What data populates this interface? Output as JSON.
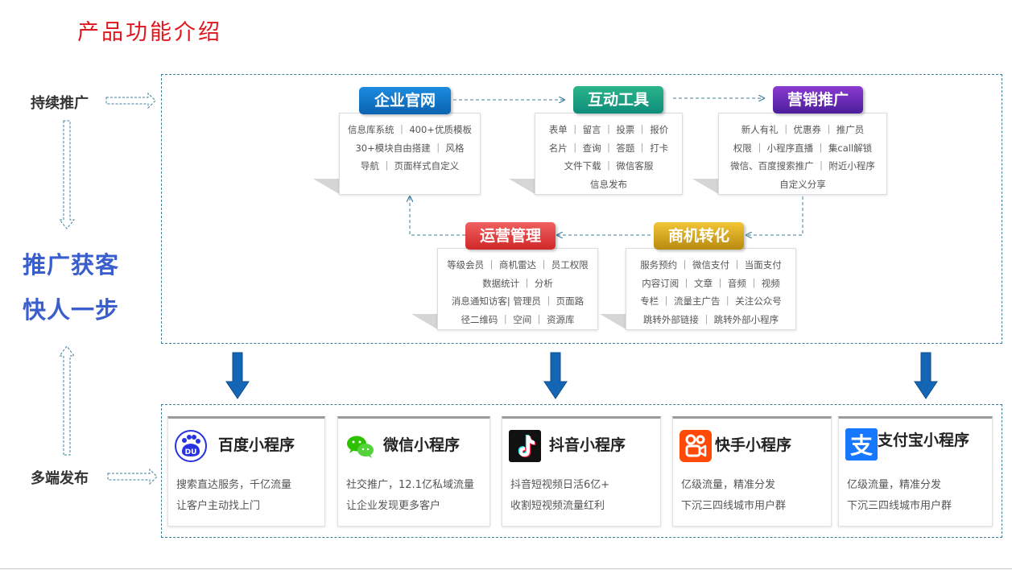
{
  "title": "产品功能介绍",
  "left": {
    "label_top": "持续推广",
    "slogan_1": "推广获客",
    "slogan_2": "快人一步",
    "label_bottom": "多端发布"
  },
  "features": [
    {
      "id": "website",
      "title": "企业官网",
      "lines": [
        "信息库系统 ｜ 400+优质模板",
        "30+模块自由搭建 ｜ 风格",
        "导航 ｜ 页面样式自定义"
      ]
    },
    {
      "id": "tools",
      "title": "互动工具",
      "lines": [
        "表单 ｜ 留言 ｜ 投票 ｜ 报价",
        "名片 ｜ 查询 ｜ 答题 ｜ 打卡",
        "文件下载 ｜ 微信客服",
        "信息发布"
      ]
    },
    {
      "id": "marketing",
      "title": "营销推广",
      "lines": [
        "新人有礼 ｜ 优惠券 ｜ 推广员",
        "权限 ｜ 小程序直播 ｜ 集call解锁",
        "微信、百度搜索推广 ｜ 附近小程序",
        "自定义分享"
      ]
    },
    {
      "id": "operations",
      "title": "运营管理",
      "lines": [
        "等级会员 ｜ 商机雷达 ｜ 员工权限",
        "数据统计 ｜ 分析",
        "消息通知访客| 管理员 ｜ 页面路",
        "径二维码 ｜ 空间 ｜ 资源库"
      ]
    },
    {
      "id": "conversion",
      "title": "商机转化",
      "lines": [
        "服务预约 ｜ 微信支付 ｜ 当面支付",
        "内容订阅 ｜ 文章 ｜ 音频 ｜ 视频",
        "专栏 ｜ 流量主广告 ｜ 关注公众号",
        "跳转外部链接 ｜ 跳转外部小程序"
      ]
    }
  ],
  "platforms": [
    {
      "id": "baidu",
      "name": "百度小程序",
      "icon_text": "DU",
      "lines": [
        "搜索直达服务，千亿流量",
        "让客户主动找上门"
      ]
    },
    {
      "id": "wechat",
      "name": "微信小程序",
      "lines": [
        "社交推广，12.1亿私域流量",
        "让企业发现更多客户"
      ]
    },
    {
      "id": "douyin",
      "name": "抖音小程序",
      "lines": [
        "抖音短视频日活6亿+",
        "收割短视频流量红利"
      ]
    },
    {
      "id": "kuaishou",
      "name": "快手小程序",
      "lines": [
        "亿级流量，精准分发",
        "下沉三四线城市用户群"
      ]
    },
    {
      "id": "alipay",
      "name": "支付宝小程序",
      "icon_text": "支",
      "lines": [
        "亿级流量，精准分发",
        "下沉三四线城市用户群"
      ]
    }
  ],
  "colors": {
    "title_red": "#e0161e",
    "slogan_blue": "#3a5fcd",
    "frame": "#3f7f9c",
    "arrow_blue": "#1565b5",
    "baidu_blue": "#2932e1",
    "wechat_green": "#2dc100",
    "kuaishou_orange": "#ff4906",
    "alipay_blue": "#1677ff"
  },
  "icons": [
    "baidu-paw-icon",
    "wechat-icon",
    "douyin-note-icon",
    "kuaishou-icon",
    "alipay-icon"
  ]
}
